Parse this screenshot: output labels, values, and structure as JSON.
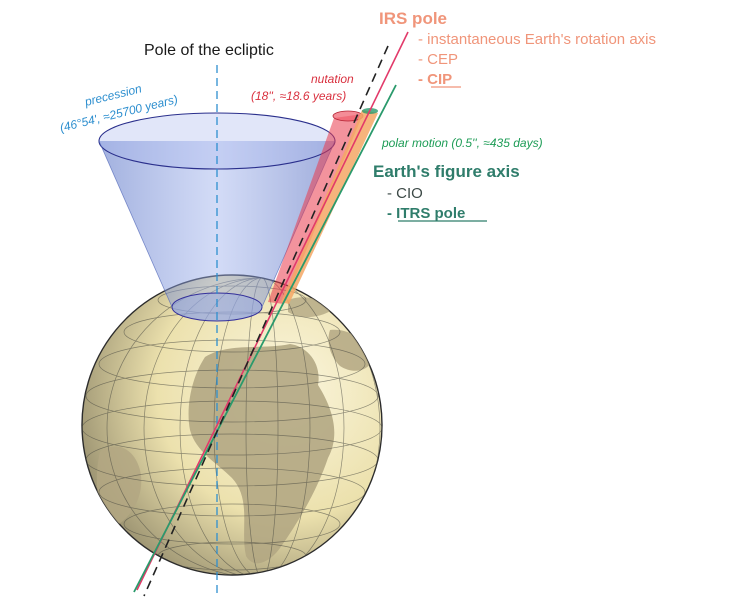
{
  "colors": {
    "ecliptic": "#2e8fcf",
    "nutation": "#d9313f",
    "irs": "#f0957a",
    "figure": "#2f7d6b",
    "polar_motion": "#1d9c56",
    "cone": "#6a86d8",
    "globe_ocean": "#f0e7b8",
    "globe_land": "#b4a986"
  },
  "labels": {
    "ecliptic_pole": "Pole of the ecliptic",
    "precession_title": "precession",
    "precession_values": "(46°54', ≈25700 years)",
    "nutation_title": "nutation",
    "nutation_values": "(18'', ≈18.6 years)",
    "polar_motion": "polar motion (0.5'', ≈435 days)"
  },
  "irs_block": {
    "title": "IRS pole",
    "items": [
      "- instantaneous Earth's rotation axis",
      "- CEP",
      "- CIP"
    ]
  },
  "figure_block": {
    "title": "Earth's figure axis",
    "items": [
      "- CIO",
      "- ITRS pole"
    ]
  }
}
